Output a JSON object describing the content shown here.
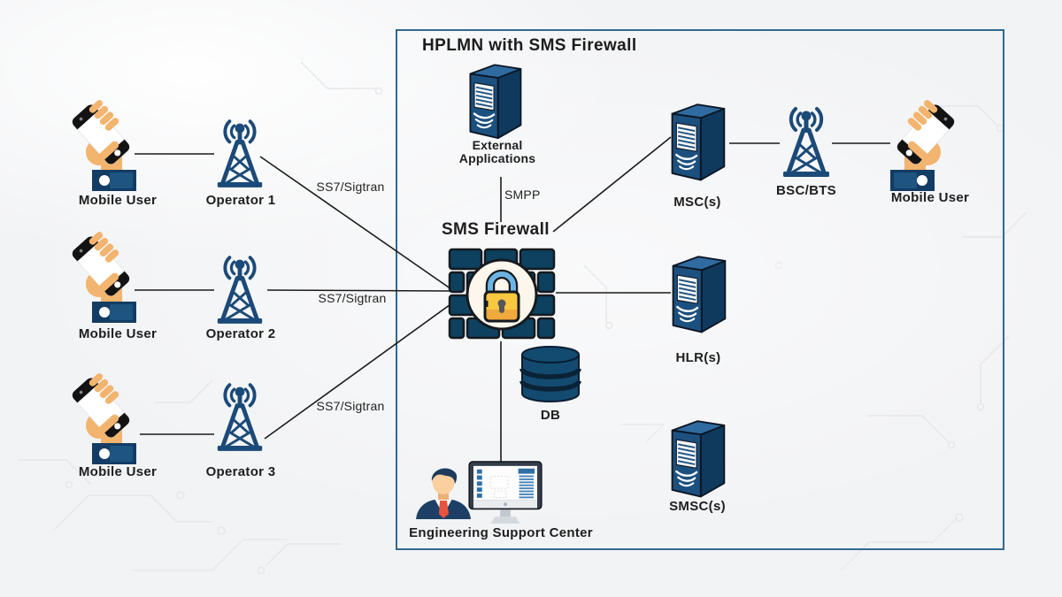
{
  "title": "HPLMN with SMS Firewall",
  "nodes": {
    "mobile_user_1": "Mobile User",
    "operator_1": "Operator 1",
    "mobile_user_2": "Mobile User",
    "operator_2": "Operator 2",
    "mobile_user_3": "Mobile User",
    "operator_3": "Operator 3",
    "external_applications": "External Applications",
    "sms_firewall": "SMS Firewall",
    "db": "DB",
    "engineering_support_center": "Engineering Support Center",
    "msc": "MSC(s)",
    "bsc_bts": "BSC/BTS",
    "mobile_user_right": "Mobile User",
    "hlr": "HLR(s)",
    "smsc": "SMSC(s)"
  },
  "links": {
    "ss7_sigtran_1": "SS7/Sigtran",
    "ss7_sigtran_2": "SS7/Sigtran",
    "ss7_sigtran_3": "SS7/Sigtran",
    "smpp": "SMPP"
  },
  "icons": {
    "mobile_user": "hand-holding-phone",
    "operator": "cell-tower",
    "external_applications": "server-tower",
    "sms_firewall": "brick-wall-with-padlock",
    "db": "database-cylinders",
    "engineering_support_center": "support-agent-and-monitor",
    "msc": "server-tower",
    "bsc_bts": "cell-tower",
    "hlr": "server-tower",
    "smsc": "server-tower"
  },
  "colors": {
    "navy": "#1b4a78",
    "server_front": "#1c507f",
    "brick_navy": "#0d415f",
    "lock_yellow": "#f8c840",
    "shackle_blue": "#6cb4e4",
    "skin_tan": "#f2b46e",
    "tie_red": "#e6543e",
    "connector": "#1b1b1b",
    "box_border": "#33688e",
    "background": "#f2f3f5"
  }
}
